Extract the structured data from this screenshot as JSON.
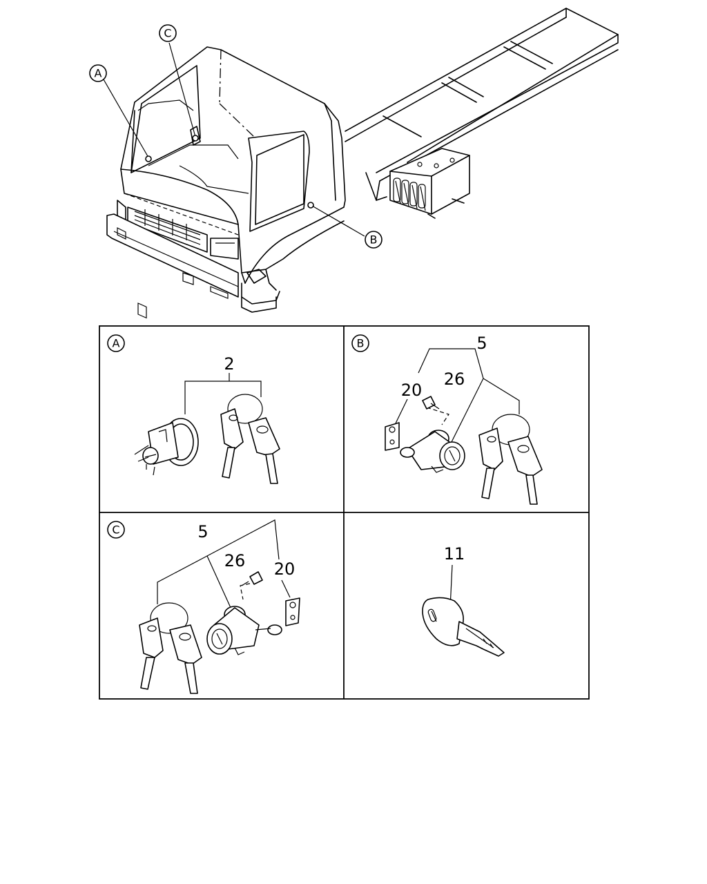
{
  "overview": {
    "callout_a": "A",
    "callout_b": "B",
    "callout_c": "C"
  },
  "panels": {
    "a": {
      "tag": "A",
      "part_2": "2"
    },
    "b": {
      "tag": "B",
      "part_5": "5",
      "part_20": "20",
      "part_26": "26"
    },
    "c": {
      "tag": "C",
      "part_5": "5",
      "part_26": "26",
      "part_20": "20"
    },
    "d": {
      "part_11": "11"
    }
  }
}
